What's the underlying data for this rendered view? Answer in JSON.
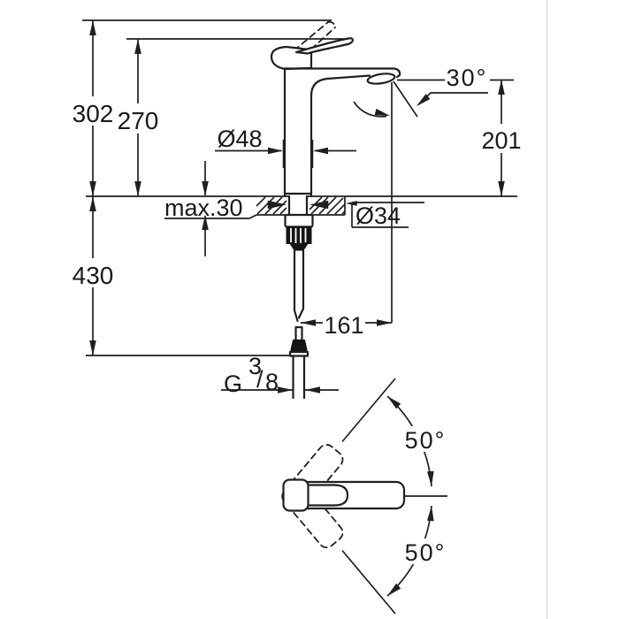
{
  "meta": {
    "drawing_type": "technical-dimension-drawing",
    "subject": "single-lever-basin-mixer-faucet",
    "units_implied": "mm",
    "line_color": "#1f1f1f",
    "background_color": "#ffffff"
  },
  "labels": {
    "overall_height": "302",
    "lever_height": "270",
    "below_counter_length": "430",
    "body_diameter": "Ø48",
    "max_counter_thickness": "max.30",
    "hole_diameter": "Ø34",
    "spout_to_counter_height": "201",
    "spray_angle": "30°",
    "spout_projection": "161",
    "thread_letter": "G",
    "thread_numerator": "3",
    "thread_slash": "/",
    "thread_denominator": "8",
    "swivel_angle_upper": "50°",
    "swivel_angle_lower": "50°"
  }
}
